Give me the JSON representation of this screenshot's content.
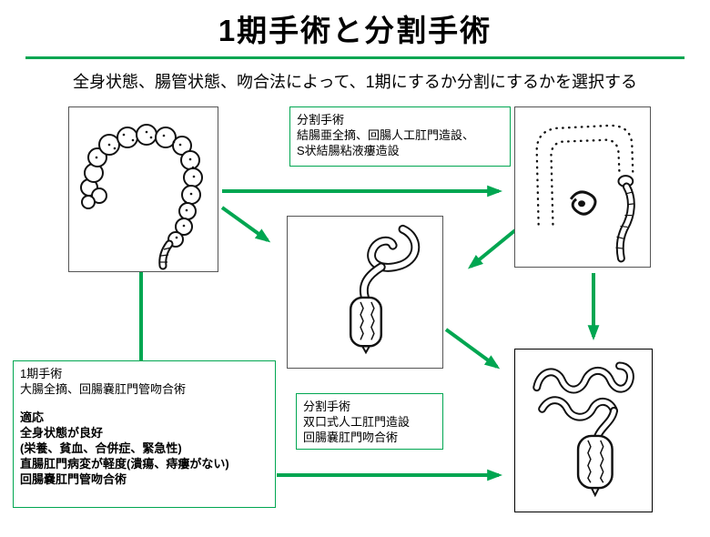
{
  "slide": {
    "title": "1期手術と分割手術",
    "subtitle": "全身状態、腸管状態、吻合法によって、1期にするか分割にするかを選択する"
  },
  "staged_top_box": {
    "lines": [
      "分割手術",
      "結腸亜全摘、回腸人工肛門造設、",
      "S状結腸粘液瘻造設"
    ]
  },
  "one_stage_box": {
    "lines": [
      "1期手術",
      "大腸全摘、回腸嚢肛門管吻合術"
    ],
    "indication_heading": "適応",
    "indication_lines": [
      "全身状態が良好",
      "(栄養、貧血、合併症、緊急性)",
      "直腸肛門病変が軽度(潰瘍、痔瘻がない)",
      "回腸嚢肛門管吻合術"
    ]
  },
  "staged_bottom_box": {
    "lines": [
      "分割手術",
      "双口式人工肛門造設",
      "回腸嚢肛門吻合術"
    ]
  },
  "colors": {
    "accent_green": "#00A651"
  }
}
